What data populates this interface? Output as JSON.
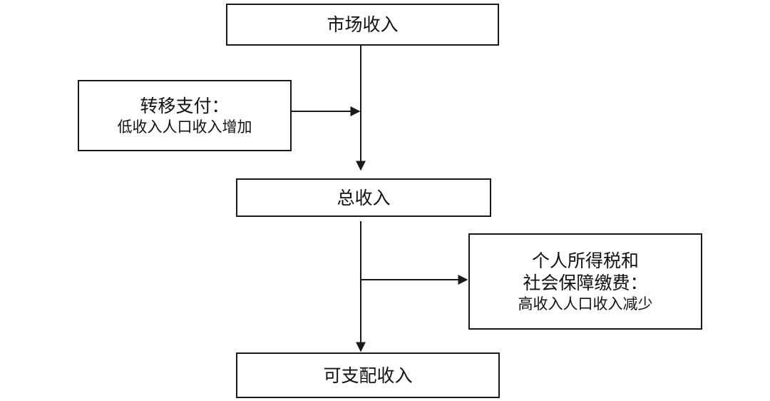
{
  "nodes": {
    "market_income": "市场收入",
    "transfer": {
      "title": "转移支付：",
      "detail": "低收入人口收入增加"
    },
    "total_income": "总收入",
    "tax": {
      "line1": "个人所得税和",
      "line2": "社会保障缴费：",
      "detail": "高收入人口收入减少"
    },
    "disposable_income": "可支配收入"
  },
  "edges": [
    {
      "from": "market_income",
      "to": "total_income"
    },
    {
      "from": "transfer",
      "to": "main-flow"
    },
    {
      "from": "total_income",
      "to": "disposable_income"
    },
    {
      "from": "main-flow",
      "to": "tax"
    }
  ],
  "colors": {
    "line": "#1a1a1a",
    "background": "#ffffff"
  }
}
